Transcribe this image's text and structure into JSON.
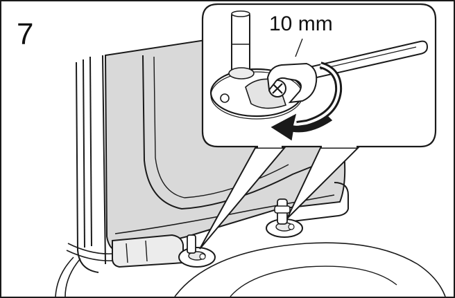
{
  "step": {
    "number": "7"
  },
  "callout": {
    "wrench_size": "10 mm"
  },
  "colors": {
    "line": "#1a1a1a",
    "panel_shade": "#d9d9d9",
    "arrow_fill": "#1a1a1a",
    "background": "#ffffff"
  },
  "icons": {
    "zoom": "magnified-foot-bracket",
    "tool": "open-end-wrench-icon",
    "rotation": "counterclockwise-arrow-icon",
    "fastener": "phillips-screw-icon"
  }
}
